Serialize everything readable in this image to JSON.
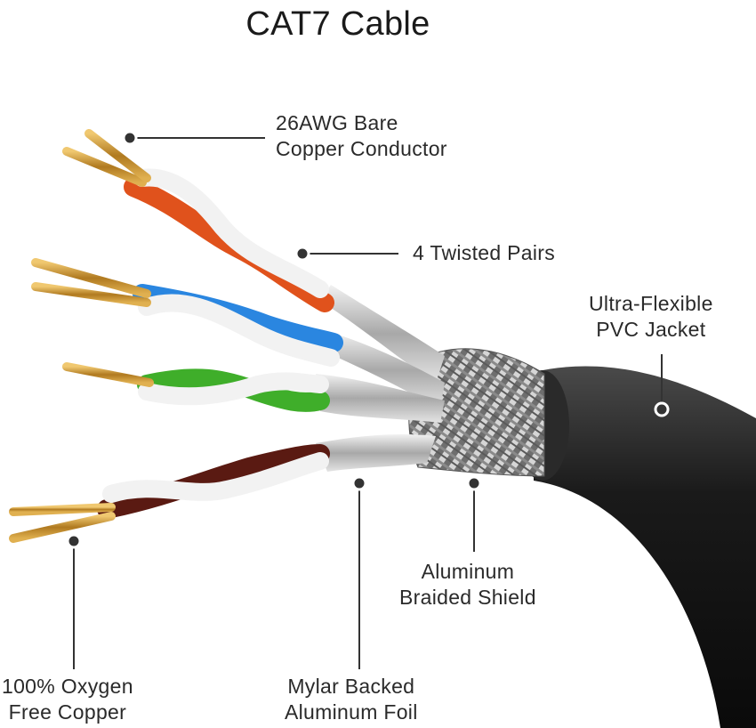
{
  "title": "CAT7 Cable",
  "labels": {
    "conductor": {
      "line1": "26AWG Bare",
      "line2": "Copper Conductor"
    },
    "pairs": {
      "line1": "4 Twisted Pairs"
    },
    "jacket": {
      "line1": "Ultra-Flexible",
      "line2": "PVC Jacket"
    },
    "braid": {
      "line1": "Aluminum",
      "line2": "Braided Shield"
    },
    "copper": {
      "line1": "100% Oxygen",
      "line2": "Free Copper"
    },
    "foil": {
      "line1": "Mylar Backed",
      "line2": "Aluminum Foil"
    }
  },
  "colors": {
    "jacket": "#1c1c1c",
    "braid": "#9a9a9a",
    "foil": "#c7c7c7",
    "copper": "#c8972e",
    "pair_orange": "#e0521c",
    "pair_blue": "#2a86e0",
    "pair_green": "#3fae2a",
    "pair_brown": "#5a1a12",
    "insulation_white": "#f4f4f4",
    "callout": "#333333"
  }
}
